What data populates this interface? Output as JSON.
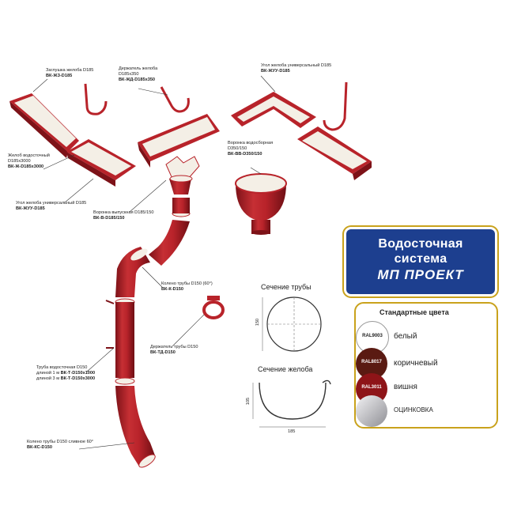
{
  "labels": {
    "end_cap": {
      "title": "Заглушка желоба D185",
      "code": "ВК-ЖЗ-D185"
    },
    "bracket": {
      "title": "Держатель желоба",
      "sub": "D185x350",
      "code": "ВК-ЖД-D185x350"
    },
    "corner_top": {
      "title": "Угол желоба универсальный D185",
      "code": "ВК-ЖУУ-D185"
    },
    "gutter": {
      "title": "Желоб водосточный",
      "sub": "D185x3000",
      "code": "ВК-Ж-D185x3000"
    },
    "funnel": {
      "title": "Воронка водосборная",
      "sub": "D350/150",
      "code": "ВК-ВВ-D350/150"
    },
    "corner_bottom": {
      "title": "Угол желоба универсальный D185",
      "code": "ВК-ЖУУ-D185"
    },
    "outlet": {
      "title": "Воронка выпускная D185/150",
      "code": "ВК-В-D185/150"
    },
    "elbow": {
      "title": "Колено трубы D150 (60°)",
      "code": "ВК-К-D150"
    },
    "pipe_holder": {
      "title": "Держатель трубы D150",
      "code": "ВК-ТД-D150"
    },
    "pipe": {
      "title": "Труба водосточная D150",
      "line1": "длиной 1 м",
      "code1": "ВК-Т-D150x1000",
      "line2": "длиной 3 м",
      "code2": "ВК-Т-D150x3000"
    },
    "drain_elbow": {
      "title": "Колено трубы D150 сливное 60°",
      "code": "ВК-КС-D150"
    }
  },
  "sections": {
    "pipe_title": "Сечение трубы",
    "pipe_dim": "150",
    "gutter_title": "Сечение желоба",
    "gutter_dim_h": "105",
    "gutter_dim_w": "185"
  },
  "brand": {
    "line1": "Водосточная",
    "line2": "система",
    "line3": "МП ПРОЕКТ"
  },
  "colors": {
    "title": "Стандартные цвета",
    "items": [
      {
        "code": "RAL9003",
        "name": "белый",
        "hex": "#ffffff"
      },
      {
        "code": "RAL8017",
        "name": "коричневый",
        "hex": "#5a1a12"
      },
      {
        "code": "RAL3011",
        "name": "вишня",
        "hex": "#8e1418"
      },
      {
        "code": "",
        "name": "ОЦИНКОВКА",
        "hex": "#b8b8bc"
      }
    ]
  },
  "theme": {
    "red": "#b8232a",
    "dark_red": "#7d1218",
    "inner": "#f4efe6",
    "blue": "#1d3f8f",
    "gold": "#c9a21c"
  }
}
